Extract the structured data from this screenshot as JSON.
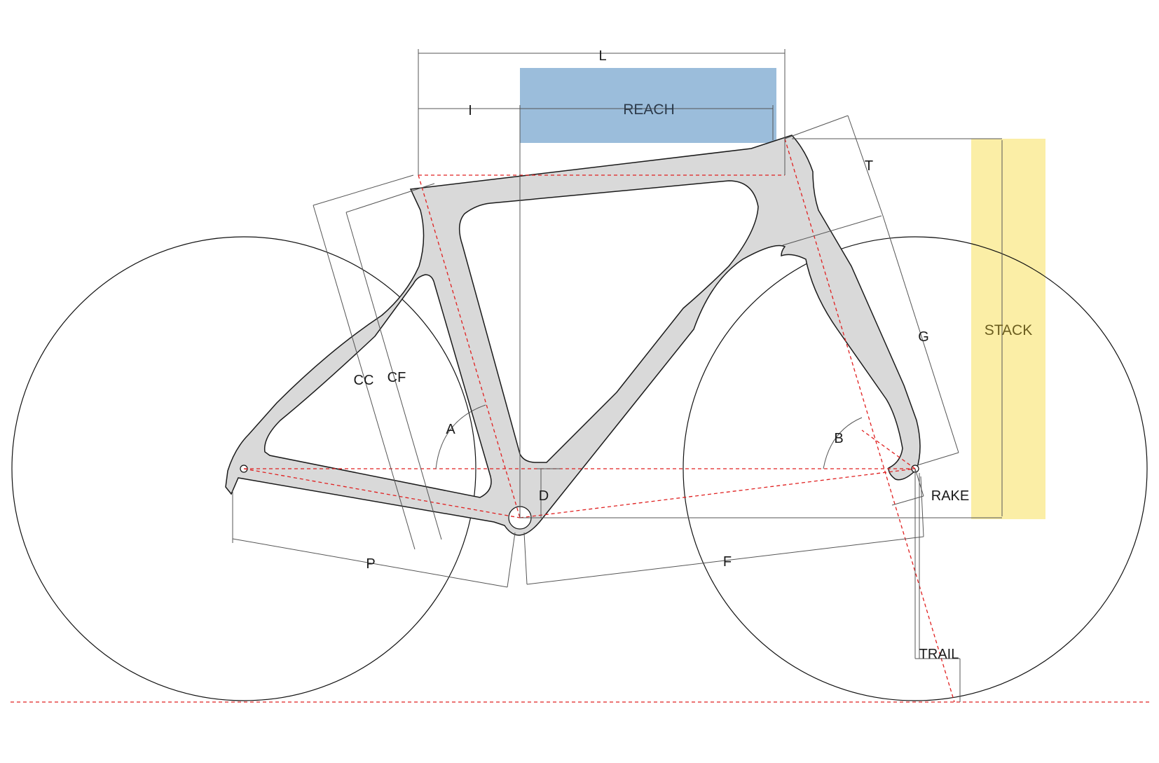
{
  "labels": {
    "L": "L",
    "I": "I",
    "REACH": "REACH",
    "STACK": "STACK",
    "T": "T",
    "G": "G",
    "CC": "CC",
    "CF": "CF",
    "A": "A",
    "B": "B",
    "D": "D",
    "RAKE": "RAKE",
    "P": "P",
    "F": "F",
    "TRAIL": "TRAIL"
  },
  "colors": {
    "reach_fill": "#9bbddb",
    "stack_fill": "#fbeea6",
    "frame_fill": "#d9d9d9",
    "centerline": "#e02020"
  }
}
